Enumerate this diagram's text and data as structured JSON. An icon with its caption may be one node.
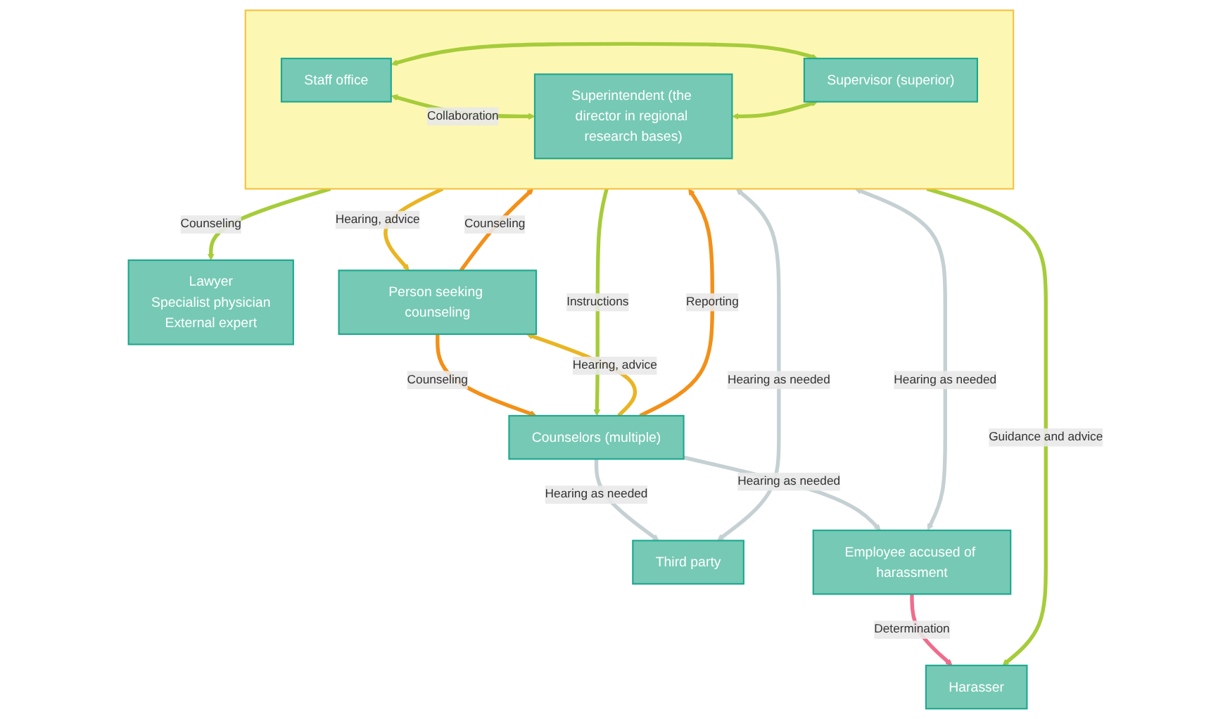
{
  "diagram": {
    "nodes": [
      {
        "text": [
          "Person seeking counseling"
        ]
      },
      {
        "text": [
          "Third party"
        ]
      },
      {
        "text": [
          "Counselors (multiple)"
        ]
      },
      {
        "text": [
          "Employee accused of harassment"
        ]
      },
      {
        "text": [],
        "shape": "box"
      },
      {
        "text": [
          "Superintendent (the director in regional research bases)"
        ],
        "in": 4
      },
      {
        "text": [
          "Staff office"
        ],
        "in": 4
      },
      {
        "text": [
          "Supervisor (superior)"
        ],
        "in": 4
      },
      {
        "text": [
          "Lawyer",
          "Specialist physician",
          "External expert"
        ]
      },
      {
        "text": [
          "Harasser"
        ]
      }
    ],
    "edges": [
      {
        "from": 0,
        "to": 4,
        "arrow": "to",
        "label": "Counseling",
        "color": "#f39019"
      },
      {
        "from": 0,
        "to": 2,
        "arrow": "to",
        "label": "Counseling",
        "color": "#f39019"
      },
      {
        "from": 2,
        "to": 0,
        "arrow": "to",
        "label": "Hearing, advice",
        "color": "#e9b523"
      },
      {
        "from": 4,
        "to": 0,
        "arrow": "to",
        "label": "Hearing, advice",
        "color": "#e9b523"
      },
      {
        "from": 2,
        "to": 1,
        "arrow": "to",
        "label": "Hearing as needed",
        "color": "#c5d0d3"
      },
      {
        "from": 2,
        "to": 3,
        "arrow": "to",
        "label": "Hearing as needed",
        "color": "#c5d0d3"
      },
      {
        "from": 2,
        "to": 4,
        "arrow": "to",
        "label": "Reporting",
        "color": "#f39019"
      },
      {
        "from": 4,
        "to": 2,
        "arrow": "to",
        "label": "Instructions"
      },
      {
        "from": 1,
        "to": 4,
        "arrow": "both",
        "label": "Hearing as needed",
        "color": "#c5d0d3"
      },
      {
        "from": 3,
        "to": 4,
        "arrow": "both",
        "label": "Hearing as needed",
        "color": "#c5d0d3"
      },
      {
        "from": 3,
        "to": 9,
        "arrow": "to",
        "label": "Determination",
        "color": "#ee6d8c"
      },
      {
        "from": 4,
        "to": 8,
        "arrow": "to",
        "label": "Counseling"
      },
      {
        "from": 4,
        "to": 9,
        "arrow": "to",
        "label": "Guidance and advice"
      },
      {
        "from": 6,
        "to": 5,
        "arrow": "both",
        "label": "Collaboration"
      },
      {
        "from": 6,
        "to": 7,
        "arrow": "both"
      },
      {
        "from": 5,
        "to": 7,
        "arrow": "both"
      }
    ]
  }
}
